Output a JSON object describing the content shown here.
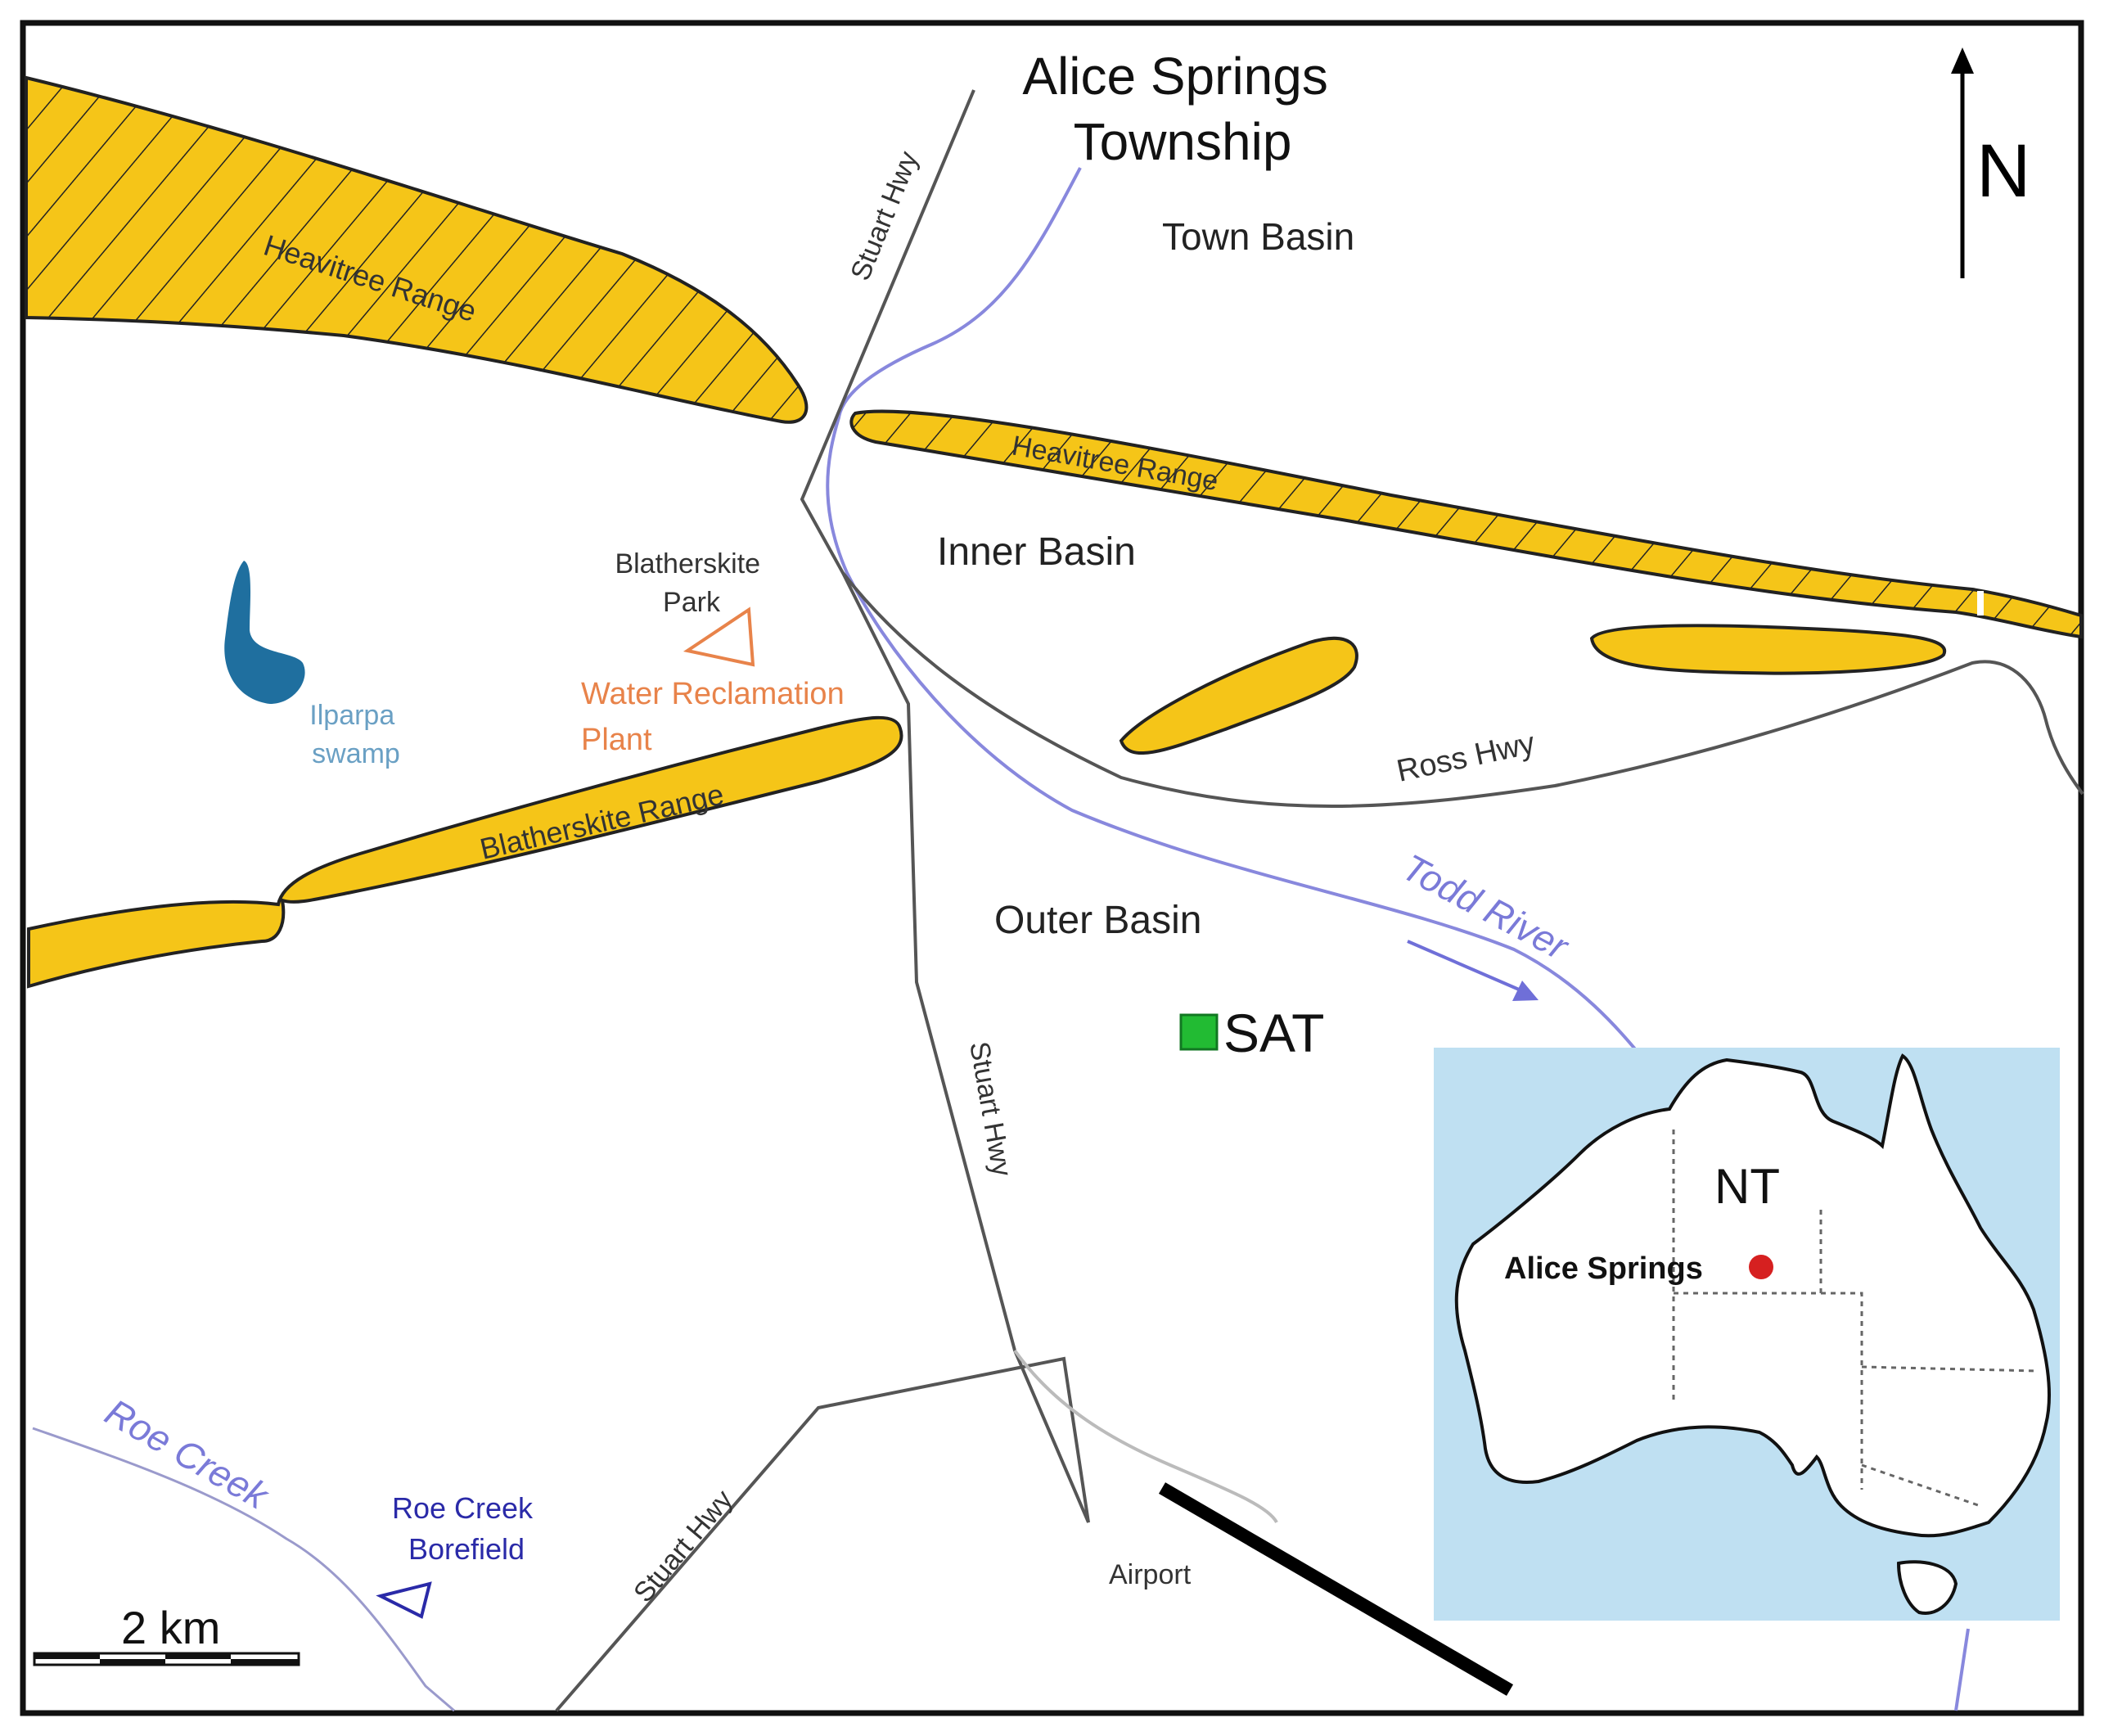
{
  "title": [
    "Alice Springs",
    "Township"
  ],
  "north_label": "N",
  "basins": {
    "town": "Town Basin",
    "inner": "Inner Basin",
    "outer": "Outer Basin"
  },
  "ranges": {
    "heavitree_west": "Heavitree Range",
    "heavitree_east": "Heavitree Range",
    "blatherskite": "Blatherskite Range"
  },
  "roads": {
    "stuart_north": "Stuart Hwy",
    "stuart_middle": "Stuart Hwy",
    "stuart_south": "Stuart Hwy",
    "ross": "Ross Hwy"
  },
  "rivers": {
    "todd": "Todd River",
    "roe": "Roe Creek"
  },
  "places": {
    "blatherskite_park": [
      "Blatherskite",
      "Park"
    ],
    "water_reclamation": [
      "Water Reclamation",
      "Plant"
    ],
    "ilparpa": [
      "Ilparpa",
      "swamp"
    ],
    "roe_borefield": [
      "Roe Creek",
      "Borefield"
    ],
    "airport": "Airport",
    "sat": "SAT"
  },
  "scale_bar": "2 km",
  "inset": {
    "territory": "NT",
    "city": "Alice Springs"
  },
  "colors": {
    "range_fill": "#f5c518",
    "river": "#8888dd",
    "road": "#555555",
    "swamp": "#1f6f9f",
    "reclamation": "#e8834a",
    "sat": "#22bb33",
    "inset_sea": "#bfe0f2",
    "city_dot": "#d62020"
  }
}
